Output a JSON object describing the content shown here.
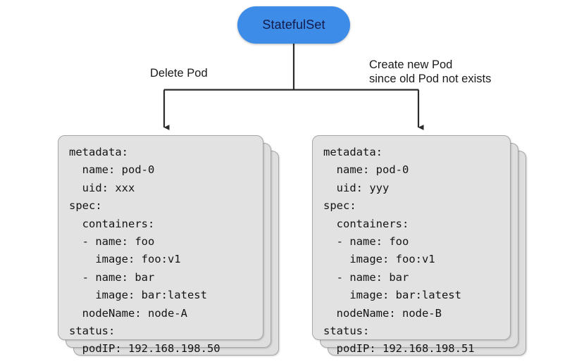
{
  "diagram": {
    "type": "flow",
    "background_color": "#ffffff"
  },
  "root_node": {
    "label": "StatefulSet",
    "shape": "rounded-pill",
    "fill_color": "#3d8ce8",
    "text_color": "#141a4a"
  },
  "edges": [
    {
      "id": "delete-pod",
      "label": "Delete Pod",
      "from": "StatefulSet",
      "to": "pod-left",
      "arrow": "down"
    },
    {
      "id": "create-pod",
      "label": "Create new Pod\nsince old Pod not exists",
      "from": "StatefulSet",
      "to": "pod-right",
      "arrow": "down"
    }
  ],
  "pods": {
    "left": {
      "stack_count": 3,
      "fill_color": "#dedede",
      "border_color": "#a7a7a7",
      "yaml": "metadata:\n  name: pod-0\n  uid: xxx\nspec:\n  containers:\n  - name: foo\n    image: foo:v1\n  - name: bar\n    image: bar:latest\n  nodeName: node-A\nstatus:\n  podIP: 192.168.198.50",
      "fields": {
        "metadata_name": "pod-0",
        "metadata_uid": "xxx",
        "containers": [
          {
            "name": "foo",
            "image": "foo:v1"
          },
          {
            "name": "bar",
            "image": "bar:latest"
          }
        ],
        "nodeName": "node-A",
        "podIP": "192.168.198.50"
      }
    },
    "right": {
      "stack_count": 3,
      "fill_color": "#dedede",
      "border_color": "#a7a7a7",
      "yaml": "metadata:\n  name: pod-0\n  uid: yyy\nspec:\n  containers:\n  - name: foo\n    image: foo:v1\n  - name: bar\n    image: bar:latest\n  nodeName: node-B\nstatus:\n  podIP: 192.168.198.51",
      "fields": {
        "metadata_name": "pod-0",
        "metadata_uid": "yyy",
        "containers": [
          {
            "name": "foo",
            "image": "foo:v1"
          },
          {
            "name": "bar",
            "image": "bar:latest"
          }
        ],
        "nodeName": "node-B",
        "podIP": "192.168.198.51"
      }
    }
  }
}
